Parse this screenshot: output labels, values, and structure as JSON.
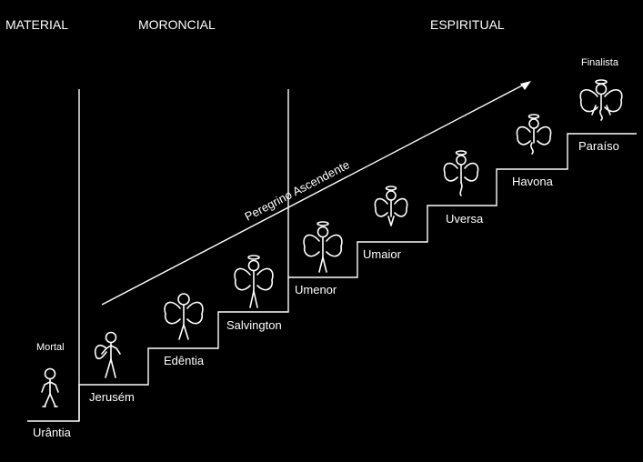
{
  "headers": {
    "material": "MATERIAL",
    "moroncial": "MORONCIAL",
    "espiritual": "ESPIRITUAL"
  },
  "arrow_label": "Peregrino Ascendente",
  "mortal_label": "Mortal",
  "finalista_label": "Finalista",
  "steps": [
    {
      "label": "Urântia"
    },
    {
      "label": "Jerusém"
    },
    {
      "label": "Edêntia"
    },
    {
      "label": "Salvington"
    },
    {
      "label": "Umenor"
    },
    {
      "label": "Umaior"
    },
    {
      "label": "Uversa"
    },
    {
      "label": "Havona"
    },
    {
      "label": "Paraíso"
    }
  ],
  "colors": {
    "background": "#000000",
    "foreground": "#ffffff"
  },
  "icons": [
    "stick-figure-icon",
    "winged-figure-icon",
    "angel-icon"
  ]
}
